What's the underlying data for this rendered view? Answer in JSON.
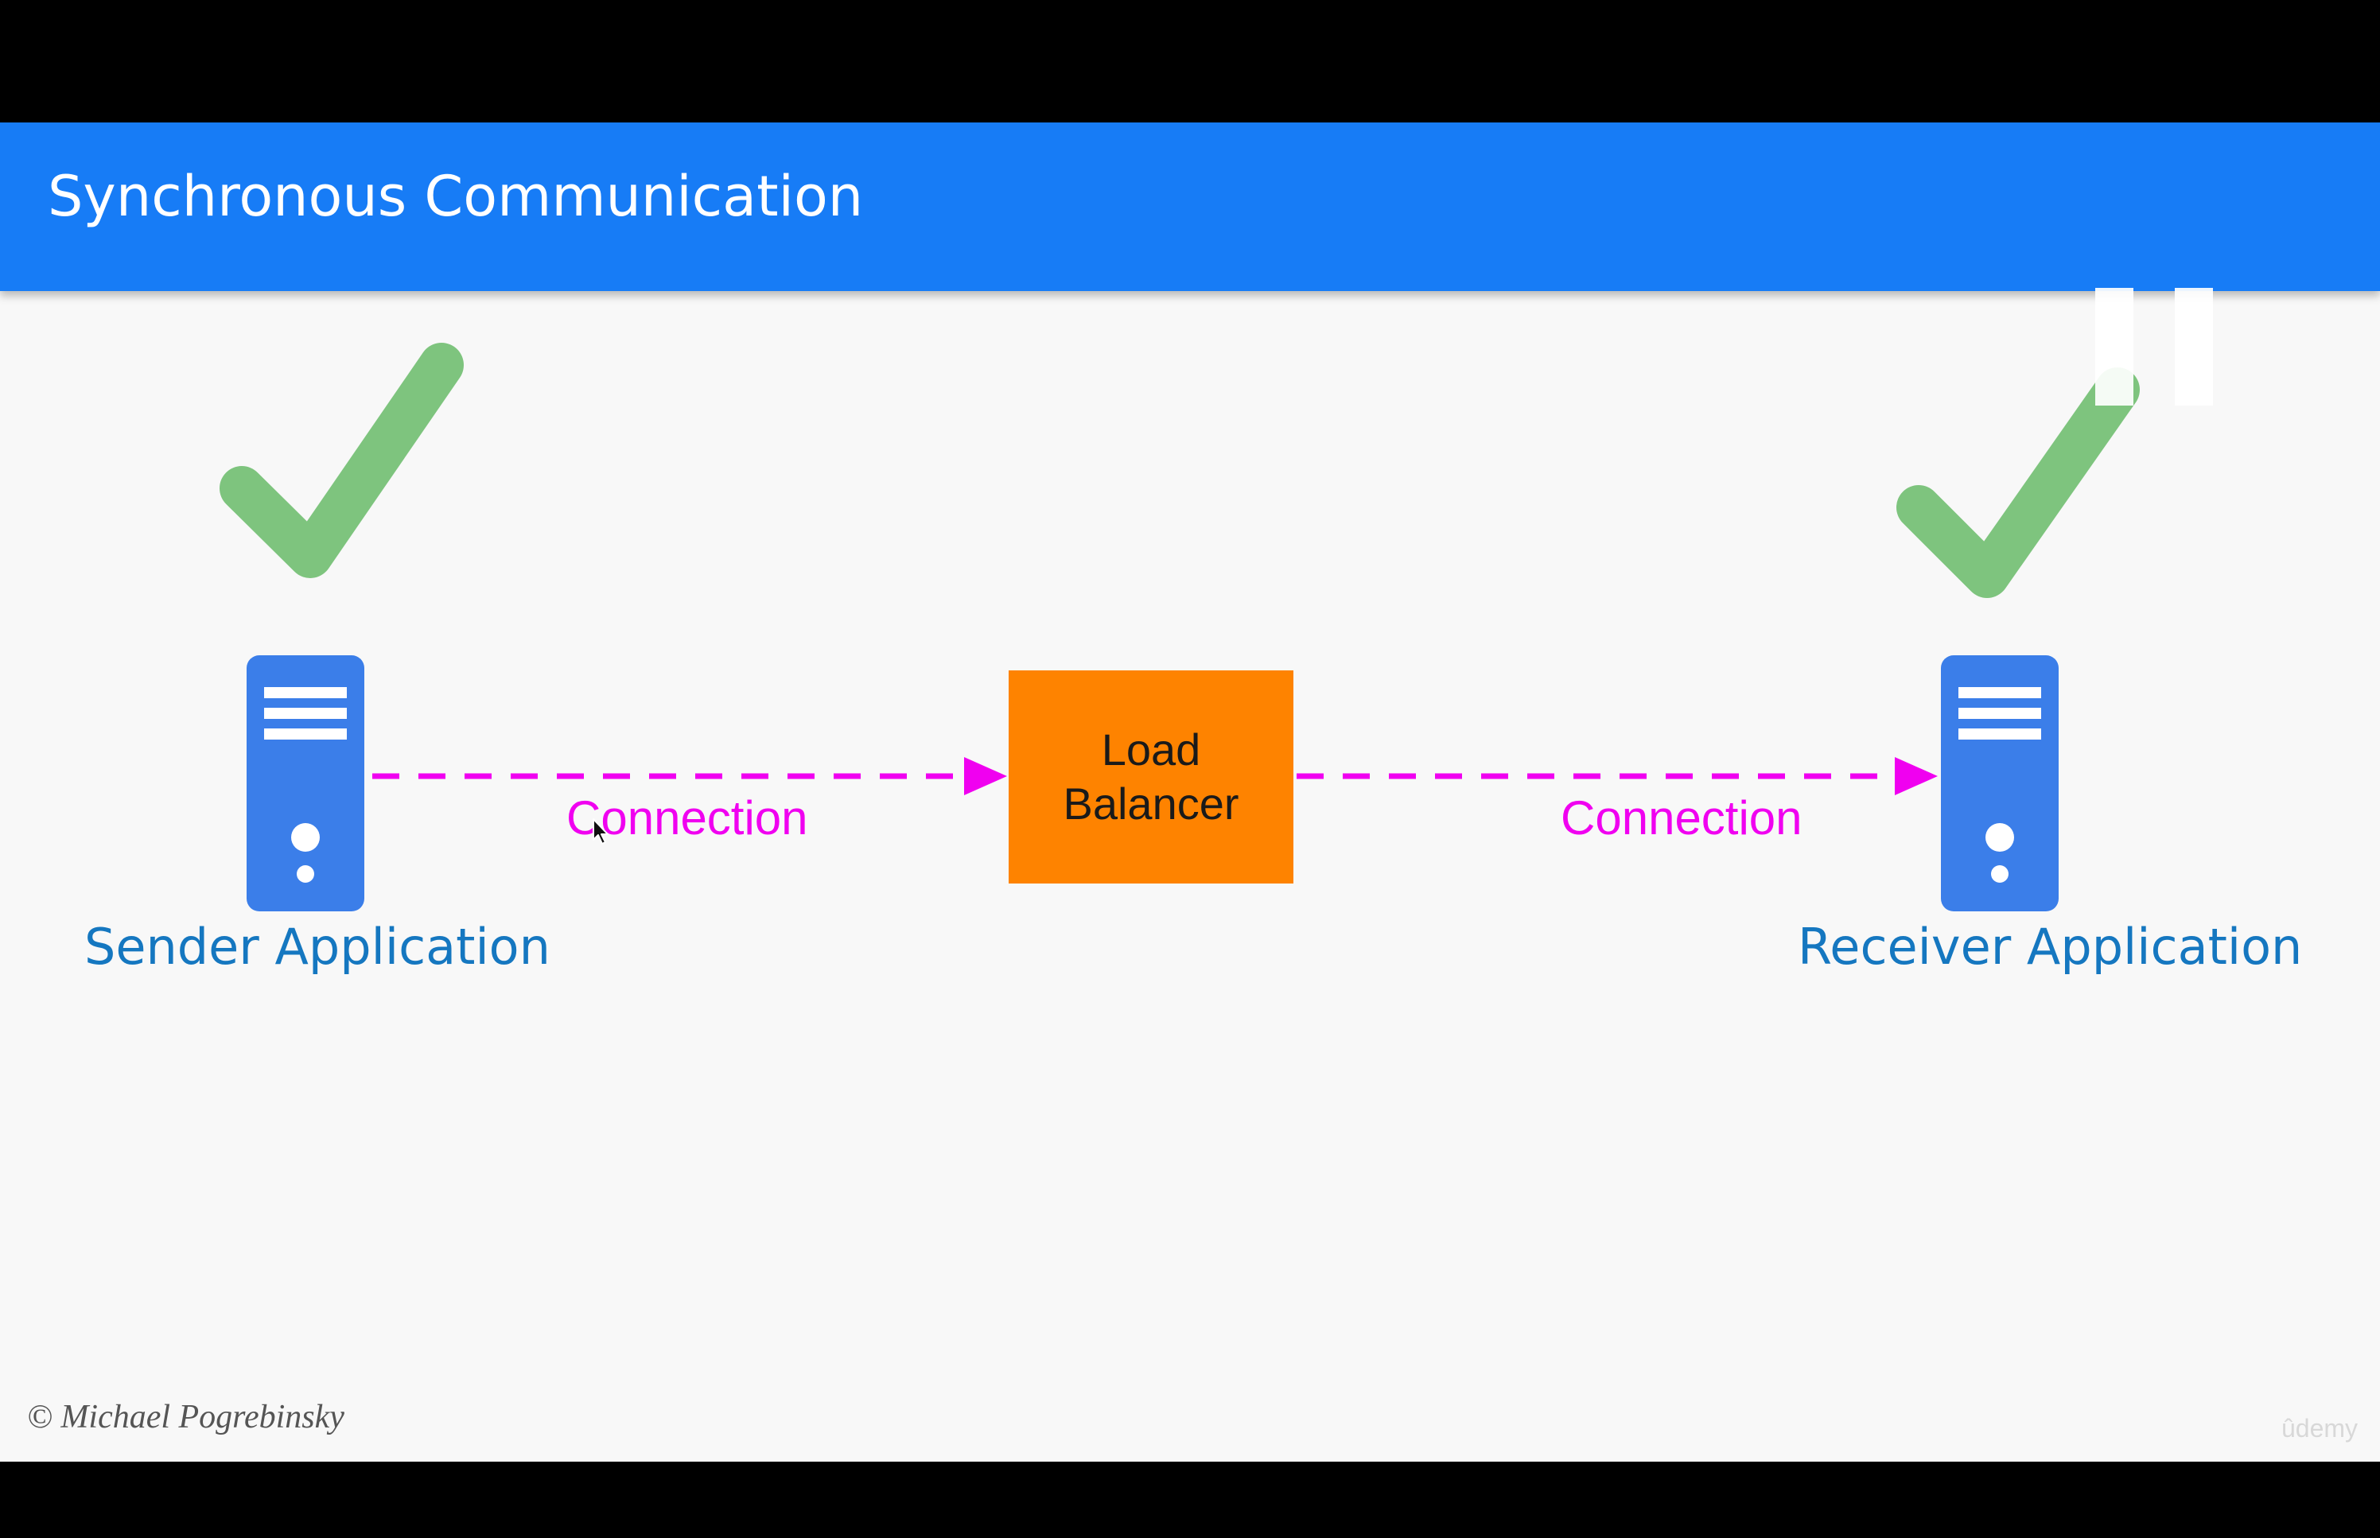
{
  "slide": {
    "title": "Synchronous Communication",
    "copyright": "© Michael Pogrebinsky",
    "watermark": "ûdemy"
  },
  "diagram": {
    "sender": {
      "label": "Sender Application",
      "status_icon": "checkmark-icon",
      "icon": "server-icon"
    },
    "load_balancer": {
      "label": "Load Balancer"
    },
    "receiver": {
      "label": "Receiver Application",
      "status_icon": "checkmark-icon",
      "icon": "server-icon"
    },
    "connections": [
      {
        "label": "Connection"
      },
      {
        "label": "Connection"
      }
    ]
  },
  "player": {
    "state_icon": "pause-icon"
  },
  "colors": {
    "header": "#177cf6",
    "server": "#3b7ee9",
    "check": "#7ec47e",
    "connection": "#f000f0",
    "load_balancer": "#fe8300",
    "app_label": "#1577c0"
  }
}
